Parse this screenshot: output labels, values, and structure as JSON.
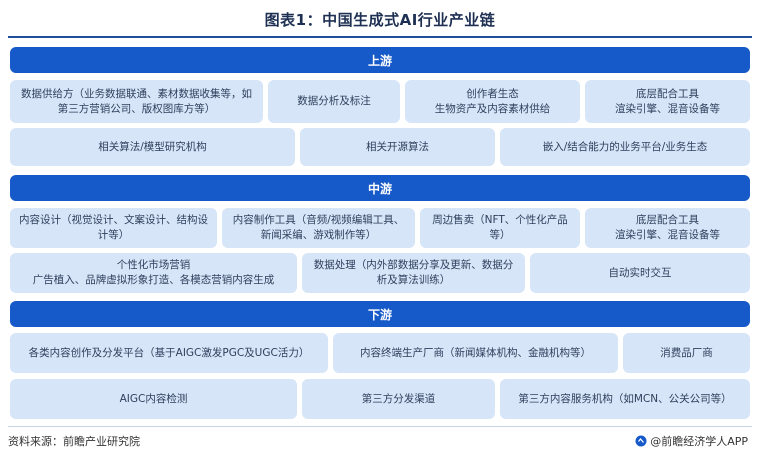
{
  "title": "图表1：中国生成式AI行业产业链",
  "upstream": {
    "label": "上游",
    "row1": [
      "数据供给方（业务数据联通、素材数据收集等，如第三方营销公司、版权图库方等）",
      "数据分析及标注",
      "创作者生态\n生物资产及内容素材供给",
      "底层配合工具\n渲染引擎、混音设备等"
    ],
    "row2": [
      "相关算法/模型研究机构",
      "相关开源算法",
      "嵌入/结合能力的业务平台/业务生态"
    ]
  },
  "midstream": {
    "label": "中游",
    "row1": [
      "内容设计（视觉设计、文案设计、结构设计等）",
      "内容制作工具（音频/视频编辑工具、新闻采编、游戏制作等）",
      "周边售卖（NFT、个性化产品等）",
      "底层配合工具\n渲染引擎、混音设备等"
    ],
    "row2": [
      "个性化市场营销\n广告植入、品牌虚拟形象打造、各模态营销内容生成",
      "数据处理（内外部数据分享及更新、数据分析及算法训练）",
      "自动实时交互"
    ]
  },
  "downstream": {
    "label": "下游",
    "row1": [
      "各类内容创作及分发平台（基于AIGC激发PGC及UGC活力）",
      "内容终端生产厂商（新闻媒体机构、金融机构等）",
      "消费品厂商"
    ],
    "row2": [
      "AIGC内容检测",
      "第三方分发渠道",
      "第三方内容服务机构（如MCN、公关公司等）"
    ]
  },
  "footer": {
    "source": "资料来源：前瞻产业研究院",
    "brand": "@前瞻经济学人APP"
  }
}
